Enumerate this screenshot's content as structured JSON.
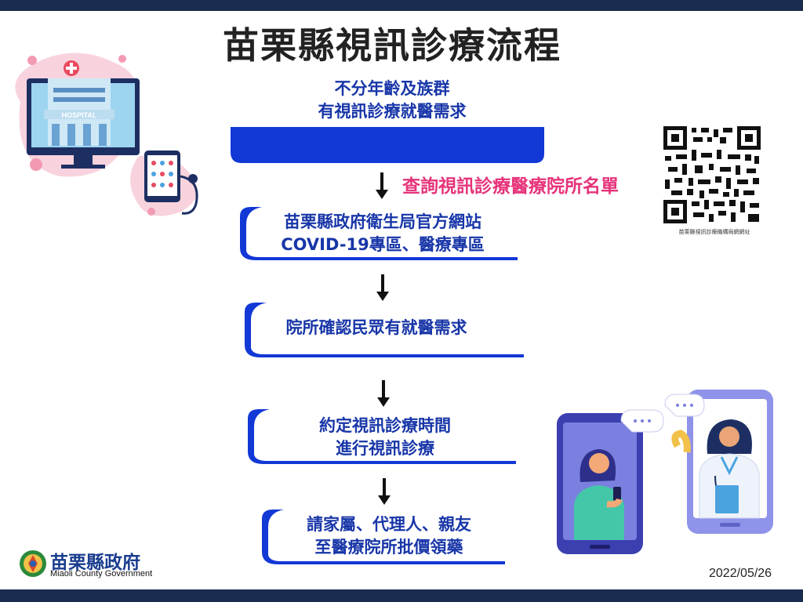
{
  "title": "苗栗縣視訊診療流程",
  "steps": [
    {
      "lines": [
        "不分年齡及族群",
        "有視訊診療就醫需求"
      ]
    },
    {
      "lines": [
        "苗栗縣政府衛生局官方網站",
        "COVID-19專區、醫療專區"
      ]
    },
    {
      "lines": [
        "院所確認民眾有就醫需求"
      ]
    },
    {
      "lines": [
        "約定視訊診療時間",
        "進行視訊診療"
      ]
    },
    {
      "lines": [
        "請家屬、代理人、親友",
        "至醫療院所批價領藥"
      ]
    }
  ],
  "side_link": "查詢視訊診療醫療院所名單",
  "qr_caption": "苗栗縣視訊診療機構局網網址",
  "logo": {
    "name": "苗栗縣政府",
    "subtitle": "Miaoli County Government"
  },
  "date": "2022/05/26",
  "colors": {
    "accent_blue": "#1238d6",
    "text_blue": "#1836a8",
    "link_pink": "#e6337a",
    "bar_navy": "#1b2d4f"
  }
}
